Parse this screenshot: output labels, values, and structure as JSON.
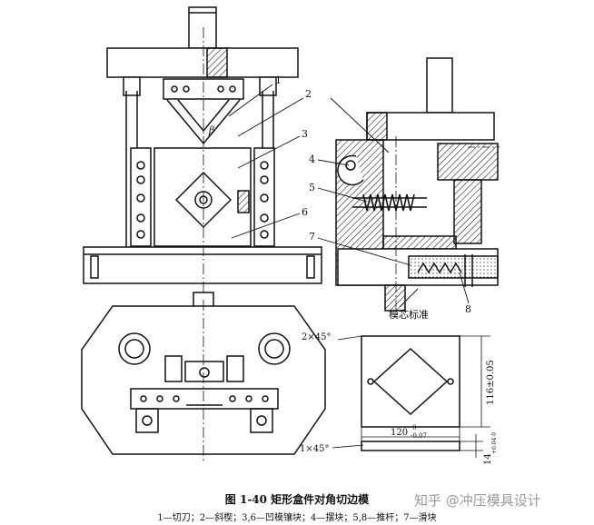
{
  "figure": {
    "title": "图 1-40   矩形盒件对角切边模",
    "legend": "1—切刀；2—斜楔；3,6—凹模镶块；4—摆块；5,8—推杆；7—滑块"
  },
  "callouts": {
    "n1": "1",
    "n2": "2",
    "n3": "3",
    "n4": "4",
    "n5": "5",
    "n6": "6",
    "n7": "7",
    "n8": "8",
    "beta": "β"
  },
  "annotations": {
    "core_reference": "模芯标准"
  },
  "dimensions": {
    "chamfer_top": "2×45°",
    "height": "116±0.05",
    "width": "120",
    "width_tol_upper": "0",
    "width_tol_lower": "-0.07",
    "chamfer_bottom": "1×45°",
    "thickness": "14",
    "thickness_tol": "+0.04 0"
  },
  "watermark": "知乎 @冲压模具设计"
}
